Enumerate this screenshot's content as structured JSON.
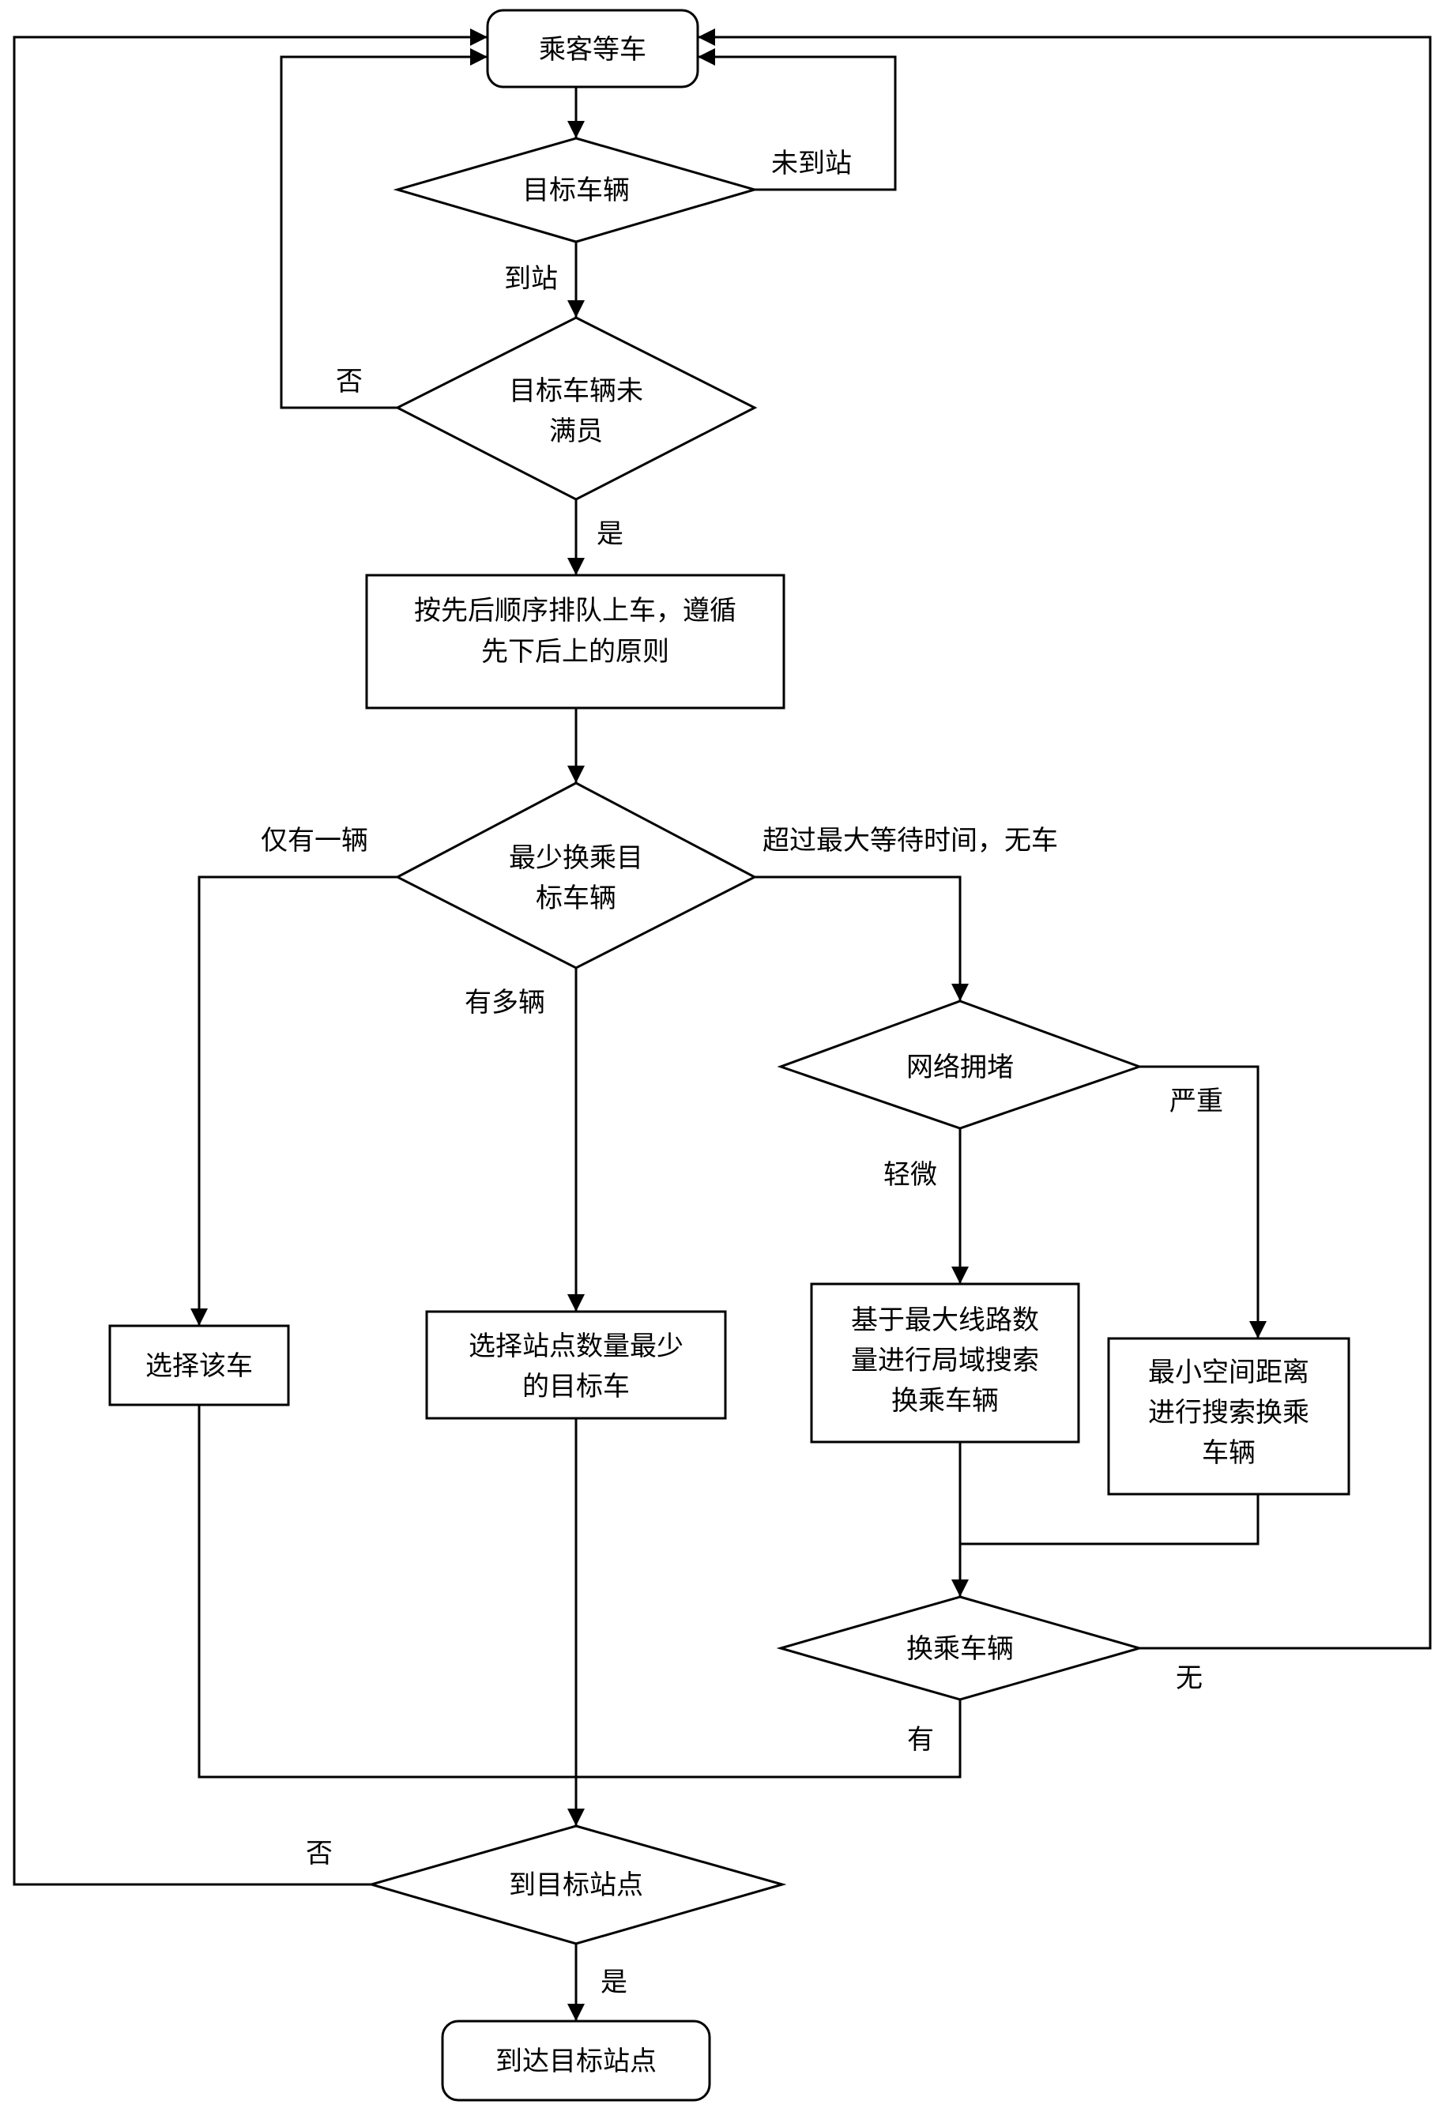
{
  "nodes": {
    "start": "乘客等车",
    "target_vehicle": "目标车辆",
    "not_full_l1": "目标车辆未",
    "not_full_l2": "满员",
    "board_l1": "按先后顺序排队上车，遵循",
    "board_l2": "先下后上的原则",
    "min_transfer_l1": "最少换乘目",
    "min_transfer_l2": "标车辆",
    "congestion": "网络拥堵",
    "choose_car": "选择该车",
    "choose_fewest_l1": "选择站点数量最少",
    "choose_fewest_l2": "的目标车",
    "local_search_l1": "基于最大线路数",
    "local_search_l2": "量进行局域搜索",
    "local_search_l3": "换乘车辆",
    "min_distance_l1": "最小空间距离",
    "min_distance_l2": "进行搜索换乘",
    "min_distance_l3": "车辆",
    "transfer_vehicle": "换乘车辆",
    "at_target_station": "到目标站点",
    "end": "到达目标站点"
  },
  "edge_labels": {
    "not_arrived": "未到站",
    "arrived": "到站",
    "no_full": "否",
    "yes_board": "是",
    "only_one": "仅有一辆",
    "timeout_no_car": "超过最大等待时间，无车",
    "many": "有多辆",
    "severe": "严重",
    "slight": "轻微",
    "none": "无",
    "have": "有",
    "not_arrived_target": "否",
    "arrived_target": "是"
  }
}
